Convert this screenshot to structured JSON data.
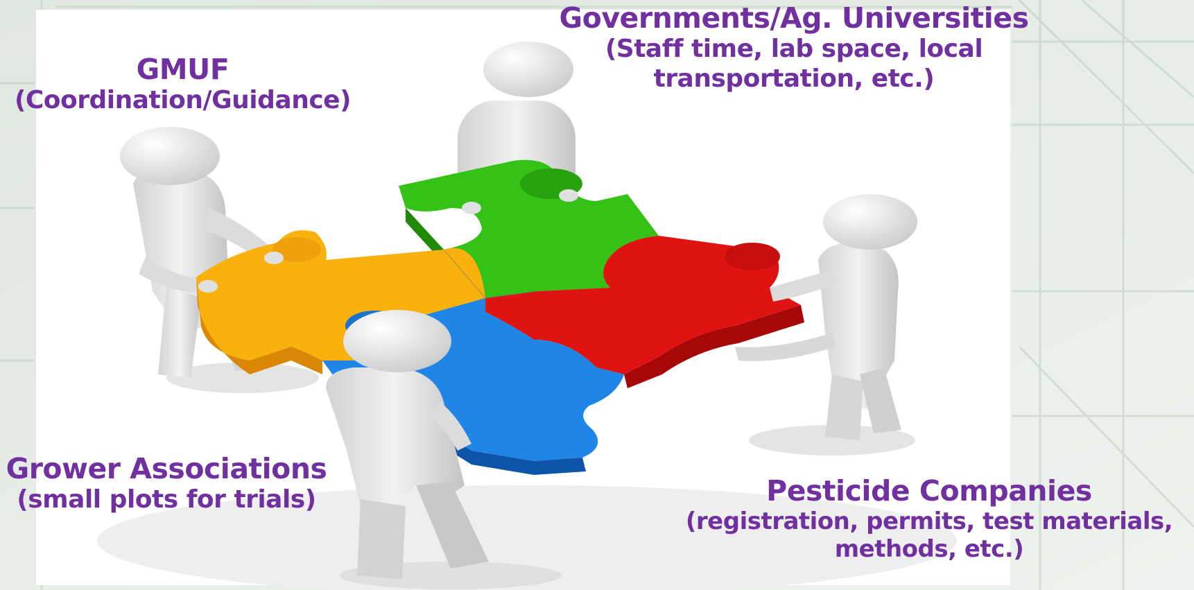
{
  "colors": {
    "label": "#7030a0",
    "piece_green": "#2fbf0e",
    "piece_red": "#e01010",
    "piece_orange": "#f7a90b",
    "piece_blue": "#1c7fe0",
    "figure": "#e4e4e4"
  },
  "labels": {
    "gmuf": {
      "title": "GMUF",
      "sub": "(Coordination/Guidance)"
    },
    "governments": {
      "title": "Governments/Ag. Universities",
      "sub1": "(Staff time, lab space, local",
      "sub2": "transportation, etc.)"
    },
    "growers": {
      "title": "Grower Associations",
      "sub": "(small plots for trials)"
    },
    "pesticide": {
      "title": "Pesticide Companies",
      "sub1": "(registration, permits, test materials,",
      "sub2": "methods, etc.)"
    }
  },
  "illustration": {
    "subject": "four-figures-holding-puzzle",
    "pieces": [
      "orange-piece",
      "green-piece",
      "red-piece",
      "blue-piece"
    ]
  }
}
